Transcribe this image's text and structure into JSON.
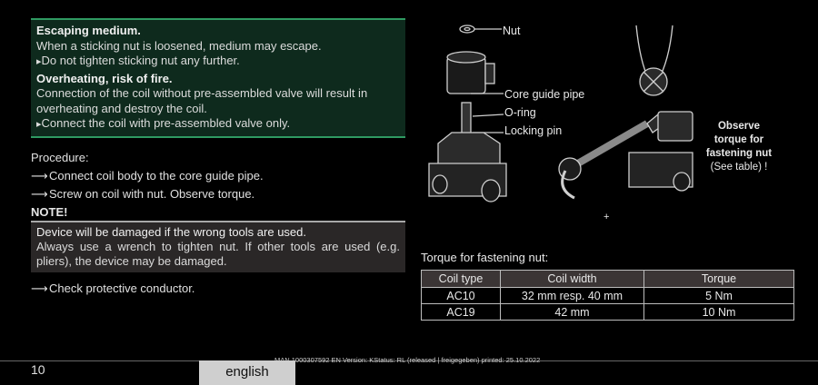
{
  "warning": {
    "title1": "Escaping medium.",
    "text1": "When a sticking nut is loosened, medium may escape.",
    "bullet1": "Do not tighten sticking nut any further.",
    "title2": "Overheating, risk of fire.",
    "text2": "Connection of the coil without pre-assembled valve will result in overheating and destroy the coil.",
    "bullet2": "Connect the coil with pre-assembled valve only."
  },
  "procedure": {
    "heading": "Procedure:",
    "arrow": "⟶",
    "step1": "Connect coil body to the core guide pipe.",
    "step2": "Screw on coil with nut. Observe torque."
  },
  "note": {
    "title": "NOTE!",
    "heading": "Device will be damaged if the wrong tools are used.",
    "text": "Always use a wrench to tighten nut. If other tools are used (e.g. pliers), the device may be damaged."
  },
  "check": "Check protective conductor.",
  "illustration": {
    "nut": "Nut",
    "core_guide_pipe": "Core guide pipe",
    "o_ring": "O-ring",
    "locking_pin": "Locking pin",
    "observe_line1": "Observe",
    "observe_line2": "torque for",
    "observe_line3": "fastening nut",
    "observe_line4": "(See table) !",
    "plus": "+"
  },
  "torque": {
    "title": "Torque for fastening nut:",
    "headers": [
      "Coil type",
      "Coil width",
      "Torque"
    ],
    "rows": [
      [
        "AC10",
        "32 mm resp. 40 mm",
        "5 Nm"
      ],
      [
        "AC19",
        "42 mm",
        "10 Nm"
      ]
    ]
  },
  "footer": {
    "page": "10",
    "language": "english",
    "meta": "MAN  1000307592  EN  Version: KStatus: RL (released | freigegeben)  printed: 25.10.2022"
  }
}
